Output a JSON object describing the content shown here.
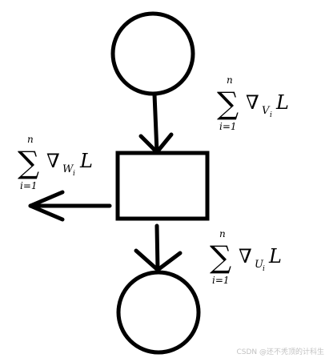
{
  "labels": {
    "top": {
      "upper": "n",
      "lower": "i=1",
      "sigma": "∑",
      "nabla": "∇",
      "var": "V",
      "index": "i",
      "loss": "L"
    },
    "left": {
      "upper": "n",
      "lower": "i=1",
      "sigma": "∑",
      "nabla": "∇",
      "var": "W",
      "index": "i",
      "loss": "L"
    },
    "bottom": {
      "upper": "n",
      "lower": "i=1",
      "sigma": "∑",
      "nabla": "∇",
      "var": "U",
      "index": "i",
      "loss": "L"
    }
  },
  "watermark": "CSDN @还不秃顶的计科生"
}
